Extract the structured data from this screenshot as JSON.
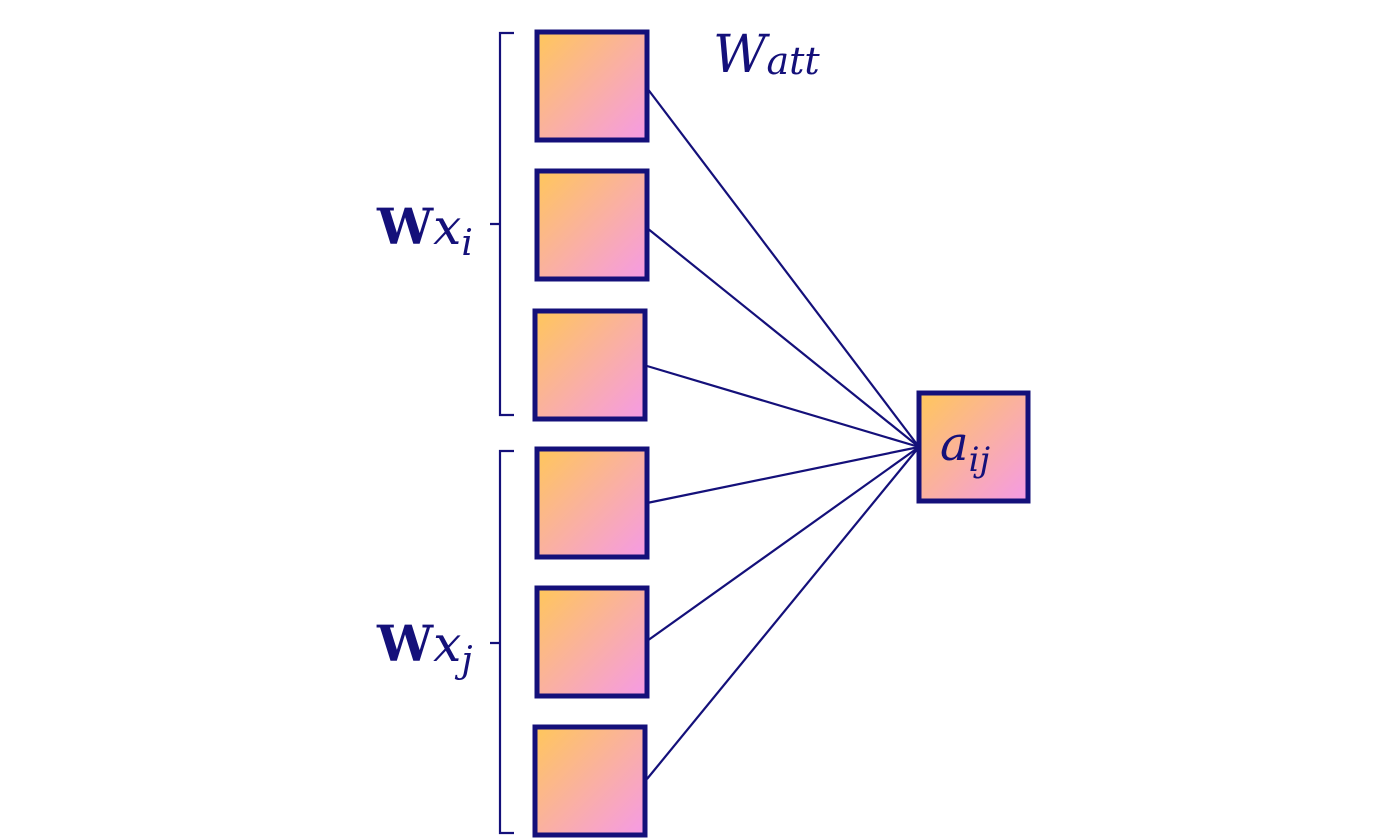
{
  "colors": {
    "stroke": "#14107a",
    "fill_start": "#ffc75a",
    "fill_end": "#f59ae6",
    "background": "#ffffff"
  },
  "labels": {
    "weight": "W",
    "weight_subscript": "att",
    "group_i_bold": "W",
    "group_i_var": "x",
    "group_i_subscript": "i",
    "group_j_bold": "W",
    "group_j_var": "x",
    "group_j_subscript": "j",
    "output_var": "a",
    "output_subscript": "ij"
  }
}
